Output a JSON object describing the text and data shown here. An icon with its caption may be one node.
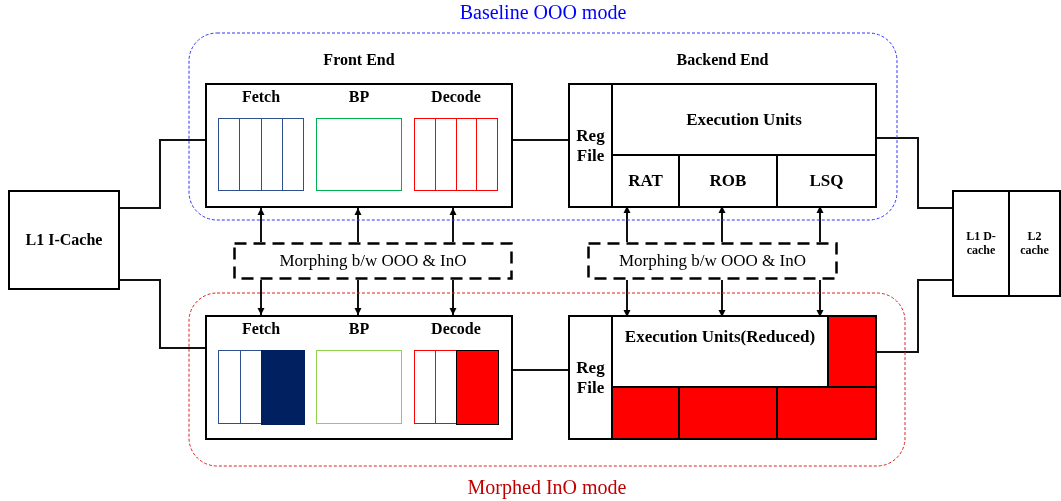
{
  "diagram": {
    "nodes": [
      {
        "text": [
          "Baseline OOO mode"
        ]
      },
      {
        "text": [
          "Front End"
        ],
        "in": 0
      },
      {
        "text": [
          "Fetch"
        ],
        "in": 1
      },
      {
        "text": [
          "BP"
        ],
        "in": 1
      },
      {
        "text": [
          "Decode"
        ],
        "in": 1
      },
      {
        "text": [
          "Backend End"
        ],
        "in": 0
      },
      {
        "text": [
          "Reg File"
        ],
        "in": 5
      },
      {
        "text": [
          "Execution Units"
        ],
        "in": 5
      },
      {
        "text": [
          "RAT"
        ],
        "in": 5
      },
      {
        "text": [
          "ROB"
        ],
        "in": 5
      },
      {
        "text": [
          "LSQ"
        ],
        "in": 5
      },
      {
        "text": [
          "Morphed InO mode"
        ]
      },
      {
        "text": [],
        "shape": "box",
        "in": 11
      },
      {
        "text": [
          "Fetch"
        ],
        "in": 12
      },
      {
        "text": [
          "BP"
        ],
        "in": 12
      },
      {
        "text": [
          "Decode"
        ],
        "in": 12
      },
      {
        "text": [],
        "shape": "box",
        "in": 11
      },
      {
        "text": [
          "Reg File"
        ],
        "in": 16
      },
      {
        "text": [
          "Execution Units(Reduced)"
        ],
        "in": 16
      },
      {
        "text": [],
        "shape": "box",
        "in": 16
      },
      {
        "text": [],
        "shape": "box",
        "in": 16
      },
      {
        "text": [],
        "shape": "box",
        "in": 16
      },
      {
        "text": [],
        "shape": "box",
        "in": 16
      },
      {
        "text": [
          "Morphing b/w OOO & InO"
        ]
      },
      {
        "text": [
          "Morphing b/w OOO & InO"
        ]
      },
      {
        "text": [
          "L1 I-Cache"
        ]
      },
      {
        "text": [
          "L1 D-cache"
        ]
      },
      {
        "text": [
          "L2 cache"
        ]
      }
    ],
    "edges": [
      {
        "from": 25,
        "to": 1,
        "arrow": "none"
      },
      {
        "from": 25,
        "to": 12,
        "arrow": "none"
      },
      {
        "from": 1,
        "to": 5,
        "arrow": "none"
      },
      {
        "from": 12,
        "to": 16,
        "arrow": "none"
      },
      {
        "from": 5,
        "to": 26,
        "arrow": "none"
      },
      {
        "from": 16,
        "to": 26,
        "arrow": "none"
      },
      {
        "from": 23,
        "to": 1,
        "arrow": "to"
      },
      {
        "from": 23,
        "to": 1,
        "arrow": "to"
      },
      {
        "from": 23,
        "to": 1,
        "arrow": "to"
      },
      {
        "from": 23,
        "to": 12,
        "arrow": "to"
      },
      {
        "from": 23,
        "to": 12,
        "arrow": "to"
      },
      {
        "from": 23,
        "to": 12,
        "arrow": "to"
      },
      {
        "from": 24,
        "to": 8,
        "arrow": "to"
      },
      {
        "from": 24,
        "to": 9,
        "arrow": "to"
      },
      {
        "from": 24,
        "to": 10,
        "arrow": "to"
      },
      {
        "from": 24,
        "to": 18,
        "arrow": "to"
      },
      {
        "from": 24,
        "to": 18,
        "arrow": "to"
      },
      {
        "from": 24,
        "to": 18,
        "arrow": "to"
      }
    ]
  }
}
